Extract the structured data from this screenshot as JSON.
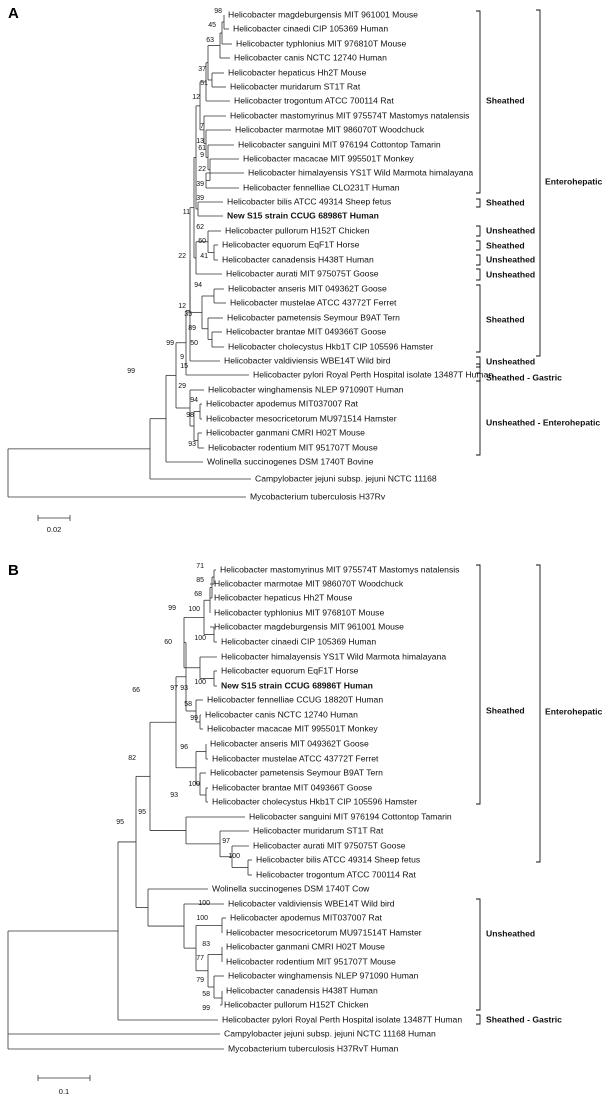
{
  "panels": [
    {
      "letter": "A",
      "scale_label": "0.02",
      "leaves": [
        {
          "name": "Helicobacter magdeburgensis MIT 961001 Mouse"
        },
        {
          "name": "Helicobacter cinaedi CIP 105369 Human"
        },
        {
          "name": "Helicobacter typhlonius MIT 976810T Mouse"
        },
        {
          "name": "Helicobacter canis NCTC 12740 Human"
        },
        {
          "name": "Helicobacter hepaticus Hh2T Mouse"
        },
        {
          "name": "Helicobacter muridarum ST1T Rat"
        },
        {
          "name": "Helicobacter trogontum ATCC 700114 Rat"
        },
        {
          "name": "Helicobacter mastomyrinus MIT 975574T Mastomys natalensis"
        },
        {
          "name": "Helicobacter marmotae MIT 986070T Woodchuck"
        },
        {
          "name": "Helicobacter sanguini MIT 976194 Cottontop Tamarin"
        },
        {
          "name": "Helicobacter macacae MIT 995501T Monkey"
        },
        {
          "name": "Helicobacter himalayensis YS1T Wild Marmota himalayana"
        },
        {
          "name": "Helicobacter fennelliae CLO231T Human"
        },
        {
          "name": "Helicobacter bilis ATCC 49314 Sheep fetus"
        },
        {
          "name": "New S15 strain CCUG 68986T Human",
          "bold": true
        },
        {
          "name": "Helicobacter pullorum H152T Chicken"
        },
        {
          "name": "Helicobacter equorum EqF1T Horse"
        },
        {
          "name": "Helicobacter canadensis H438T Human"
        },
        {
          "name": "Helicobacter aurati MIT 975075T Goose"
        },
        {
          "name": "Helicobacter anseris MIT 049362T Goose"
        },
        {
          "name": "Helicobacter mustelae ATCC 43772T Ferret"
        },
        {
          "name": "Helicobacter pametensis Seymour B9AT Tern"
        },
        {
          "name": "Helicobacter brantae MIT 049366T Goose"
        },
        {
          "name": "Helicobacter cholecystus Hkb1T CIP 105596 Hamster"
        },
        {
          "name": "Helicobacter valdiviensis WBE14T Wild bird"
        },
        {
          "name": "Helicobacter pylori Royal Perth Hospital isolate 13487T Human"
        },
        {
          "name": "Helicobacter winghamensis NLEP 971090T Human"
        },
        {
          "name": "Helicobacter apodemus MIT037007 Rat"
        },
        {
          "name": "Helicobacter mesocricetorum MU971514 Hamster"
        },
        {
          "name": "Helicobacter ganmani CMRI H02T Mouse"
        },
        {
          "name": "Helicobacter rodentium MIT 951707T Mouse"
        },
        {
          "name": "Wolinella succinogenes DSM 1740T Bovine"
        },
        {
          "name": "Campylobacter jejuni subsp. jejuni NCTC 11168"
        },
        {
          "name": "Mycobacterium tuberculosis H37Rv"
        }
      ],
      "bootstrap": [
        {
          "v": "98"
        },
        {
          "v": "45"
        },
        {
          "v": "63"
        },
        {
          "v": "37"
        },
        {
          "v": "51"
        },
        {
          "v": "12"
        },
        {
          "v": "7"
        },
        {
          "v": "9"
        },
        {
          "v": "61"
        },
        {
          "v": "13"
        },
        {
          "v": "22"
        },
        {
          "v": "39"
        },
        {
          "v": "39"
        },
        {
          "v": "11"
        },
        {
          "v": "62"
        },
        {
          "v": "60"
        },
        {
          "v": "41"
        },
        {
          "v": "22"
        },
        {
          "v": "94"
        },
        {
          "v": "12"
        },
        {
          "v": "35"
        },
        {
          "v": "89"
        },
        {
          "v": "50"
        },
        {
          "v": "99"
        },
        {
          "v": "9"
        },
        {
          "v": "15"
        },
        {
          "v": "94"
        },
        {
          "v": "29"
        },
        {
          "v": "98"
        },
        {
          "v": "93"
        },
        {
          "v": "99"
        }
      ],
      "groups": [
        {
          "label": "Sheathed"
        },
        {
          "label": "Sheathed"
        },
        {
          "label": "Unsheathed"
        },
        {
          "label": "Sheathed"
        },
        {
          "label": "Unsheathed"
        },
        {
          "label": "Unsheathed"
        },
        {
          "label": "Sheathed"
        },
        {
          "label": "Unsheathed"
        },
        {
          "label": "Sheathed - Gastric"
        },
        {
          "label": "Unsheathed - Enterohepatic"
        },
        {
          "label": "Enterohepatic"
        }
      ]
    },
    {
      "letter": "B",
      "scale_label": "0.1",
      "leaves": [
        {
          "name": "Helicobacter mastomyrinus MIT 975574T Mastomys natalensis"
        },
        {
          "name": "Helicobacter marmotae MIT 986070T Woodchuck"
        },
        {
          "name": "Helicobacter hepaticus Hh2T Mouse"
        },
        {
          "name": "Helicobacter typhlonius MIT 976810T Mouse"
        },
        {
          "name": "Helicobacter magdeburgensis MIT 961001 Mouse"
        },
        {
          "name": "Helicobacter cinaedi CIP 105369 Human"
        },
        {
          "name": "Helicobacter himalayensis YS1T Wild Marmota himalayana"
        },
        {
          "name": "Helicobacter equorum EqF1T Horse"
        },
        {
          "name": "New S15 strain CCUG 68986T Human",
          "bold": true
        },
        {
          "name": "Helicobacter fennelliae CCUG 18820T Human"
        },
        {
          "name": "Helicobacter canis NCTC 12740 Human"
        },
        {
          "name": "Helicobacter macacae MIT 995501T Monkey"
        },
        {
          "name": "Helicobacter anseris MIT 049362T Goose"
        },
        {
          "name": "Helicobacter mustelae ATCC 43772T Ferret"
        },
        {
          "name": "Helicobacter pametensis Seymour B9AT Tern"
        },
        {
          "name": "Helicobacter brantae MIT 049366T Goose"
        },
        {
          "name": "Helicobacter cholecystus Hkb1T CIP 105596 Hamster"
        },
        {
          "name": "Helicobacter sanguini MIT 976194 Cottontop Tamarin"
        },
        {
          "name": "Helicobacter muridarum ST1T Rat"
        },
        {
          "name": "Helicobacter aurati MIT 975075T Goose"
        },
        {
          "name": "Helicobacter bilis ATCC 49314 Sheep fetus"
        },
        {
          "name": "Helicobacter trogontum ATCC 700114 Rat"
        },
        {
          "name": "Wolinella succinogenes DSM 1740T Cow"
        },
        {
          "name": "Helicobacter valdiviensis WBE14T Wild bird"
        },
        {
          "name": "Helicobacter apodemus MIT037007 Rat"
        },
        {
          "name": "Helicobacter mesocricetorum MU971514T Hamster"
        },
        {
          "name": "Helicobacter ganmani CMRI H02T Mouse"
        },
        {
          "name": "Helicobacter rodentium MIT 951707T Mouse"
        },
        {
          "name": "Helicobacter winghamensis NLEP 971090 Human"
        },
        {
          "name": "Helicobacter canadensis H438T Human"
        },
        {
          "name": "Helicobacter pullorum H152T Chicken"
        },
        {
          "name": "Helicobacter pylori Royal Perth Hospital isolate 13487T Human"
        },
        {
          "name": "Campylobacter jejuni subsp. jejuni NCTC 11168 Human"
        },
        {
          "name": "Mycobacterium tuberculosis H37RvT Human"
        }
      ],
      "bootstrap": [
        {
          "v": "71"
        },
        {
          "v": "85"
        },
        {
          "v": "68"
        },
        {
          "v": "100"
        },
        {
          "v": "100"
        },
        {
          "v": "99"
        },
        {
          "v": "60"
        },
        {
          "v": "100"
        },
        {
          "v": "97"
        },
        {
          "v": "93"
        },
        {
          "v": "58"
        },
        {
          "v": "99"
        },
        {
          "v": "96"
        },
        {
          "v": "100"
        },
        {
          "v": "66"
        },
        {
          "v": "93"
        },
        {
          "v": "97"
        },
        {
          "v": "100"
        },
        {
          "v": "82"
        },
        {
          "v": "95"
        },
        {
          "v": "100"
        },
        {
          "v": "100"
        },
        {
          "v": "83"
        },
        {
          "v": "77"
        },
        {
          "v": "79"
        },
        {
          "v": "58"
        },
        {
          "v": "99"
        },
        {
          "v": "95"
        }
      ],
      "groups": [
        {
          "label": "Sheathed"
        },
        {
          "label": "Unsheathed"
        },
        {
          "label": "Sheathed - Gastric"
        },
        {
          "label": "Enterohepatic"
        }
      ]
    }
  ]
}
